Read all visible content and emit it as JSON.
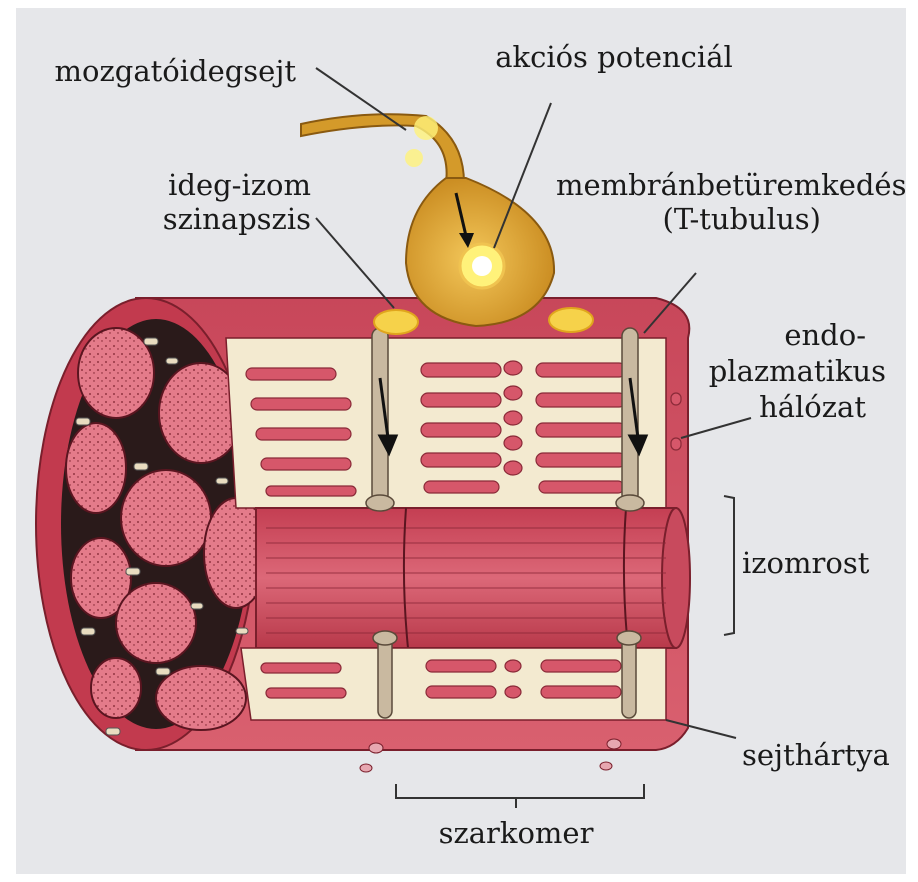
{
  "diagram": {
    "background": "#e6e7ea",
    "colors": {
      "muscle_dark": "#b8394a",
      "muscle": "#d6576a",
      "muscle_light": "#e88a96",
      "cream": "#f3ead0",
      "neuron": "#d49a2a",
      "neuron_light": "#f0c350",
      "spark": "#fff27a",
      "tubule": "#c9b9a0",
      "line": "#333333"
    },
    "labels": {
      "motor_neuron": "mozgatóidegsejt",
      "action_potential": "akciós potenciál",
      "synapse_line1": "ideg-izom",
      "synapse_line2": "szinapszis",
      "t_tubule_line1": "membránbetüremkedés",
      "t_tubule_line2": "(T-tubulus)",
      "er_line1": "endo-",
      "er_line2": "plazmatikus",
      "er_line3": "hálózat",
      "myofiber": "izomrost",
      "membrane": "sejthártya",
      "sarcomere": "szarkomer"
    }
  }
}
